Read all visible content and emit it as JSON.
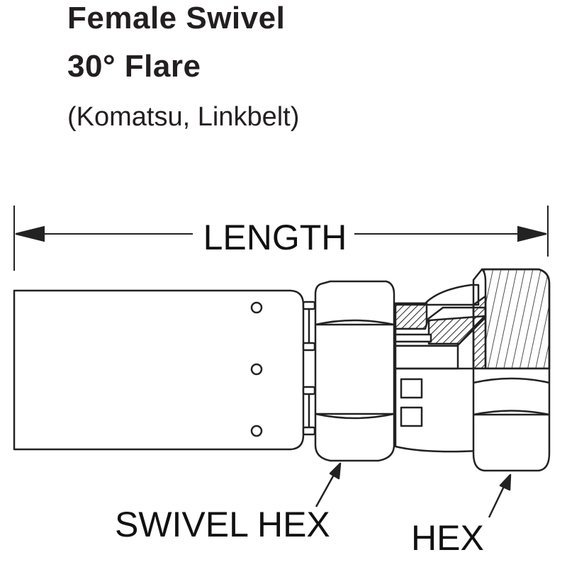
{
  "title": {
    "line1": "Female Swivel",
    "line2": "30° Flare",
    "subtitle": "(Komatsu, Linkbelt)"
  },
  "labels": {
    "length": "LENGTH",
    "swivel_hex": "SWIVEL HEX",
    "hex": "HEX"
  },
  "colors": {
    "ink": "#231f20",
    "background": "#ffffff"
  }
}
